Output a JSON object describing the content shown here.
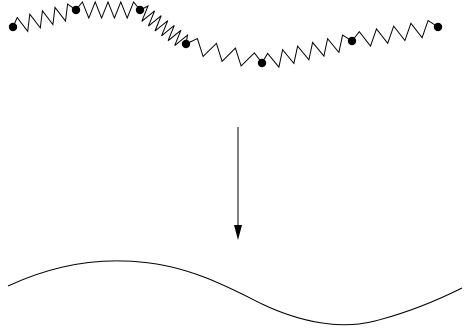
{
  "colors": {
    "background": "#ffffff",
    "stroke": "#000000",
    "bead": "#000000"
  },
  "diagram": {
    "top": {
      "type": "bead-spring-chain",
      "bead_count": 7,
      "spring_count": 6
    },
    "arrow": {
      "direction": "down"
    },
    "bottom": {
      "type": "smooth-curve"
    }
  }
}
